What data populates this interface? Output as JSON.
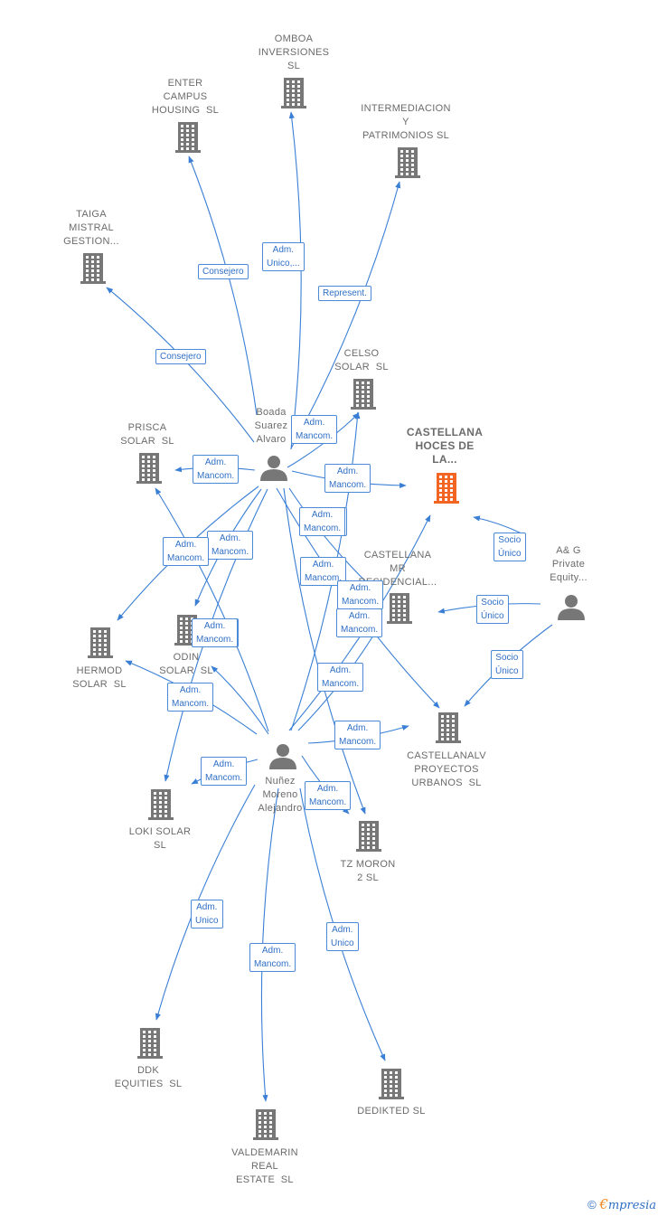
{
  "colors": {
    "edge": "#3a7fd5",
    "building": "#777777",
    "building_focus": "#f26522",
    "person": "#777777"
  },
  "nodes": [
    {
      "id": "omboa",
      "type": "company",
      "label": [
        "OMBOA",
        "INVERSIONES",
        "SL"
      ]
    },
    {
      "id": "enter",
      "type": "company",
      "label": [
        "ENTER",
        "CAMPUS",
        "HOUSING  SL"
      ]
    },
    {
      "id": "intermediacion",
      "type": "company",
      "label": [
        "INTERMEDIACION",
        "Y",
        "PATRIMONIOS SL"
      ]
    },
    {
      "id": "taiga",
      "type": "company",
      "label": [
        "TAIGA",
        "MISTRAL",
        "GESTION..."
      ]
    },
    {
      "id": "celso",
      "type": "company",
      "label": [
        "CELSO",
        "SOLAR  SL"
      ]
    },
    {
      "id": "castellana_hoces",
      "type": "company",
      "focus": true,
      "label": [
        "CASTELLANA",
        "HOCES DE",
        "LA..."
      ]
    },
    {
      "id": "prisca",
      "type": "company",
      "label": [
        "PRISCA",
        "SOLAR  SL"
      ]
    },
    {
      "id": "castellana_mr",
      "type": "company",
      "label": [
        "CASTELLANA",
        "MR",
        "RESIDENCIAL..."
      ]
    },
    {
      "id": "hermod",
      "type": "company",
      "label": [
        "HERMOD",
        "SOLAR  SL"
      ]
    },
    {
      "id": "odin",
      "type": "company",
      "label": [
        "ODIN",
        "SOLAR  SL"
      ]
    },
    {
      "id": "castellanalv",
      "type": "company",
      "label": [
        "CASTELLANALV",
        "PROYECTOS",
        "URBANOS  SL"
      ]
    },
    {
      "id": "loki",
      "type": "company",
      "label": [
        "LOKI SOLAR",
        "SL"
      ]
    },
    {
      "id": "tzmoron",
      "type": "company",
      "label": [
        "TZ MORON",
        "2 SL"
      ]
    },
    {
      "id": "ddk",
      "type": "company",
      "label": [
        "DDK",
        "EQUITIES  SL"
      ]
    },
    {
      "id": "dedikted",
      "type": "company",
      "label": [
        "DEDIKTED SL"
      ]
    },
    {
      "id": "valdemarin",
      "type": "company",
      "label": [
        "VALDEMARIN",
        "REAL",
        "ESTATE  SL"
      ]
    },
    {
      "id": "boada",
      "type": "person",
      "label": [
        "Boada",
        "Suarez",
        "Alvaro"
      ]
    },
    {
      "id": "nunez",
      "type": "person",
      "label": [
        "Nuñez",
        "Moreno",
        "Alejandro"
      ]
    },
    {
      "id": "ag",
      "type": "person",
      "label": [
        "A& G",
        "Private",
        "Equity..."
      ]
    }
  ],
  "edges": [
    {
      "from": "boada",
      "to": "omboa",
      "label": [
        "Adm.",
        "Unico,..."
      ]
    },
    {
      "from": "boada",
      "to": "enter",
      "label": [
        "Consejero"
      ]
    },
    {
      "from": "boada",
      "to": "intermediacion",
      "label": [
        "Represent."
      ]
    },
    {
      "from": "boada",
      "to": "taiga",
      "label": [
        "Consejero"
      ]
    },
    {
      "from": "boada",
      "to": "celso",
      "label": [
        "Adm.",
        "Mancom."
      ]
    },
    {
      "from": "boada",
      "to": "castellana_hoces",
      "label": [
        "Adm.",
        "Mancom."
      ]
    },
    {
      "from": "boada",
      "to": "prisca",
      "label": [
        "Adm.",
        "Mancom."
      ]
    },
    {
      "from": "boada",
      "to": "castellana_mr",
      "label": [
        "Adm.",
        "Mancom."
      ]
    },
    {
      "from": "boada",
      "to": "hermod",
      "label": [
        "Adm.",
        "Mancom."
      ]
    },
    {
      "from": "boada",
      "to": "odin",
      "label": [
        "Adm.",
        "Mancom."
      ]
    },
    {
      "from": "boada",
      "to": "castellanalv",
      "label": [
        "Adm.",
        "Mancom."
      ]
    },
    {
      "from": "boada",
      "to": "loki",
      "label": [
        "Adm.",
        "Mancom."
      ]
    },
    {
      "from": "boada",
      "to": "tzmoron",
      "label": [
        "Adm.",
        "Mancom."
      ]
    },
    {
      "from": "ag",
      "to": "castellana_hoces",
      "label": [
        "Socio",
        "Único"
      ]
    },
    {
      "from": "ag",
      "to": "castellana_mr",
      "label": [
        "Socio",
        "Único"
      ]
    },
    {
      "from": "ag",
      "to": "castellanalv",
      "label": [
        "Socio",
        "Único"
      ]
    },
    {
      "from": "nunez",
      "to": "castellana_hoces",
      "label": [
        "Adm.",
        "Mancom."
      ]
    },
    {
      "from": "nunez",
      "to": "celso",
      "label": [
        "Adm.",
        "Mancom."
      ]
    },
    {
      "from": "nunez",
      "to": "castellana_mr",
      "label": [
        "Adm.",
        "Mancom."
      ]
    },
    {
      "from": "nunez",
      "to": "prisca",
      "label": [
        "Adm.",
        "Mancom."
      ]
    },
    {
      "from": "nunez",
      "to": "odin",
      "label": [
        "Adm.",
        "Mancom."
      ]
    },
    {
      "from": "nunez",
      "to": "hermod",
      "label": [
        "Adm.",
        "Mancom."
      ]
    },
    {
      "from": "nunez",
      "to": "castellanalv",
      "label": [
        "Adm.",
        "Mancom."
      ]
    },
    {
      "from": "nunez",
      "to": "loki",
      "label": [
        "Adm.",
        "Mancom."
      ]
    },
    {
      "from": "nunez",
      "to": "tzmoron",
      "label": [
        "Adm.",
        "Mancom."
      ]
    },
    {
      "from": "nunez",
      "to": "ddk",
      "label": [
        "Adm.",
        "Unico"
      ]
    },
    {
      "from": "nunez",
      "to": "valdemarin",
      "label": [
        "Adm.",
        "Mancom."
      ]
    },
    {
      "from": "nunez",
      "to": "dedikted",
      "label": [
        "Adm.",
        "Unico"
      ]
    }
  ],
  "footer": {
    "copyright": "©",
    "brand_initial": "€",
    "brand_rest": "mpresia"
  }
}
